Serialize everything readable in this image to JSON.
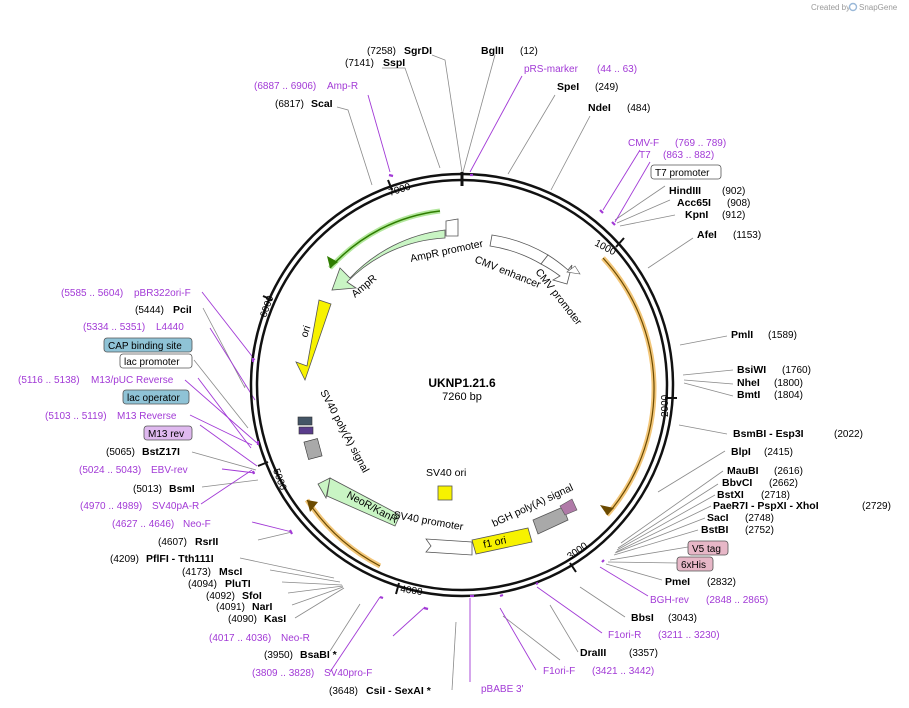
{
  "header": {
    "credit": "Created by",
    "brand": "SnapGene"
  },
  "plasmid": {
    "name": "UKNP1.21.6",
    "length_label": "7260 bp",
    "length": 7260
  },
  "colors": {
    "backbone": "#111111",
    "primer": "#a23ad6",
    "feature_green": "#c9f5c4",
    "feature_yellow": "#f7f200",
    "promoter_white": "#ffffff",
    "polyA_gray": "#a9a9a9",
    "orf_orange": "#e8a13a",
    "orf_dark": "#6b4a00",
    "tag_blue": "#8fc3d6",
    "tag_pink": "#e7b7c7"
  },
  "ticks": [
    "1000",
    "2000",
    "3000",
    "4000",
    "5000",
    "6000",
    "7000"
  ],
  "features": {
    "ampr_promoter": "AmpR promoter",
    "cmv_enhancer": "CMV enhancer",
    "cmv_promoter": "CMV promoter",
    "ampr": "AmpR",
    "ori": "ori",
    "sv40_polyA": "SV40 poly(A) signal",
    "sv40_ori": "SV40 ori",
    "neor": "NeoR/KanR",
    "sv40_promoter": "SV40 promoter",
    "bgh_polyA": "bGH poly(A) signal",
    "f1_ori": "f1 ori"
  },
  "labels": {
    "sgrdi_pos": "(7258)",
    "sgrdi": "SgrDI",
    "bglii": "BglII",
    "bglii_pos": "(12)",
    "sspi_pos": "(7141)",
    "sspi": "SspI",
    "prs_marker": "pRS-marker",
    "prs_marker_pos": "(44 .. 63)",
    "ampr_primer_pos": "(6887 .. 6906)",
    "ampr_primer": "Amp-R",
    "spei": "SpeI",
    "spei_pos": "(249)",
    "scai_pos": "(6817)",
    "scai": "ScaI",
    "ndei": "NdeI",
    "ndei_pos": "(484)",
    "cmvf": "CMV-F",
    "cmvf_pos": "(769 .. 789)",
    "t7": "T7",
    "t7_pos": "(863 .. 882)",
    "t7_promoter": "T7 promoter",
    "hindiii": "HindIII",
    "hindiii_pos": "(902)",
    "acc65i": "Acc65I",
    "acc65i_pos": "(908)",
    "kpni": "KpnI",
    "kpni_pos": "(912)",
    "afei": "AfeI",
    "afei_pos": "(1153)",
    "pbr322_pos": "(5585 .. 5604)",
    "pbr322": "pBR322ori-F",
    "pcii_pos": "(5444)",
    "pcii": "PciI",
    "l4440_pos": "(5334 .. 5351)",
    "l4440": "L4440",
    "cap_site": "CAP binding site",
    "lac_promoter": "lac promoter",
    "m13puc_pos": "(5116 .. 5138)",
    "m13puc": "M13/pUC Reverse",
    "lac_operator": "lac operator",
    "m13rev_primer_pos": "(5103 .. 5119)",
    "m13rev_primer": "M13 Reverse",
    "m13rev_box": "M13 rev",
    "bstz17i_pos": "(5065)",
    "bstz17i": "BstZ17I",
    "ebvrev_pos": "(5024 .. 5043)",
    "ebvrev": "EBV-rev",
    "bsmi_pos": "(5013)",
    "bsmi": "BsmI",
    "sv40par_pos": "(4970 .. 4989)",
    "sv40par": "SV40pA-R",
    "neof_pos": "(4627 .. 4646)",
    "neof": "Neo-F",
    "rsrii_pos": "(4607)",
    "rsrii": "RsrII",
    "pflfi_pos": "(4209)",
    "pflfi": "PflFI - Tth111I",
    "msci_pos": "(4173)",
    "msci": "MscI",
    "pluti_pos": "(4094)",
    "pluti": "PluTI",
    "sfoi_pos": "(4092)",
    "sfoi": "SfoI",
    "nari_pos": "(4091)",
    "nari": "NarI",
    "kasi_pos": "(4090)",
    "kasi": "KasI",
    "neor_primer_pos": "(4017 .. 4036)",
    "neor_primer": "Neo-R",
    "bsabi_pos": "(3950)",
    "bsabi": "BsaBI *",
    "sv40prof_pos": "(3809 .. 3828)",
    "sv40prof": "SV40pro-F",
    "csii_pos": "(3648)",
    "csii": "CsiI - SexAI *",
    "pbabe": "pBABE 3'",
    "f1orif": "F1ori-F",
    "f1orif_pos": "(3421 .. 3442)",
    "draiii": "DraIII",
    "draiii_pos": "(3357)",
    "f1orir": "F1ori-R",
    "f1orir_pos": "(3211 .. 3230)",
    "bbsi": "BbsI",
    "bbsi_pos": "(3043)",
    "bghrev": "BGH-rev",
    "bghrev_pos": "(2848 .. 2865)",
    "pmei": "PmeI",
    "pmei_pos": "(2832)",
    "his6": "6xHis",
    "v5tag": "V5 tag",
    "bstbi": "BstBI",
    "bstbi_pos": "(2752)",
    "saci": "SacI",
    "saci_pos": "(2748)",
    "paer7i": "PaeR7I - PspXI - XhoI",
    "paer7i_pos": "(2729)",
    "bstxi": "BstXI",
    "bstxi_pos": "(2718)",
    "bbvci": "BbvCI",
    "bbvci_pos": "(2662)",
    "maubi": "MauBI",
    "maubi_pos": "(2616)",
    "blpi": "BlpI",
    "blpi_pos": "(2415)",
    "bsmbi": "BsmBI - Esp3I",
    "bsmbi_pos": "(2022)",
    "bmti": "BmtI",
    "bmti_pos": "(1804)",
    "nhei": "NheI",
    "nhei_pos": "(1800)",
    "bsiwi": "BsiWI",
    "bsiwi_pos": "(1760)",
    "pmli": "PmlI",
    "pmli_pos": "(1589)"
  }
}
